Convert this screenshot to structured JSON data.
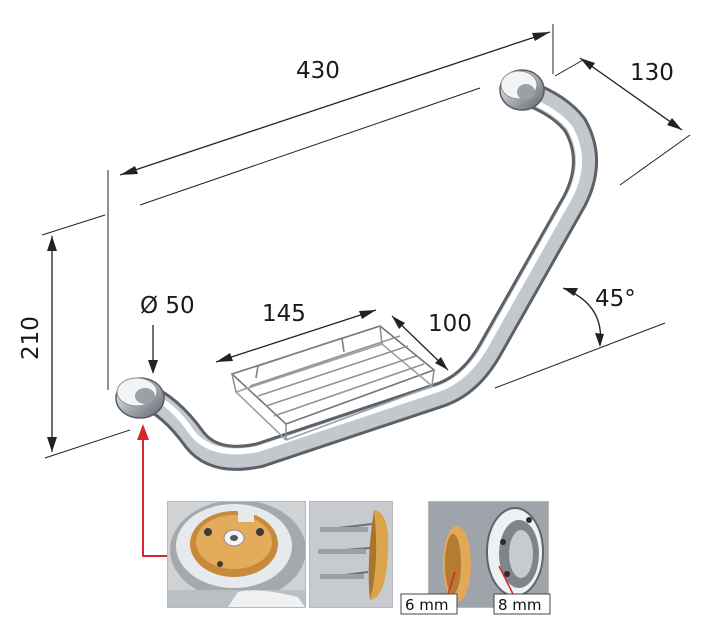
{
  "dimensions": {
    "length": "430",
    "depth": "130",
    "height": "210",
    "rosette_diameter": "Ø 50",
    "basket_width": "145",
    "basket_depth": "100",
    "angle": "45°"
  },
  "details": {
    "washer_thickness": "6 mm",
    "rosette_thickness": "8 mm"
  },
  "colors": {
    "arrow_red": "#d9262b",
    "chrome_dark": "#6c7279",
    "chrome_light": "#f4f6f8",
    "brass": "#d9a24a"
  }
}
